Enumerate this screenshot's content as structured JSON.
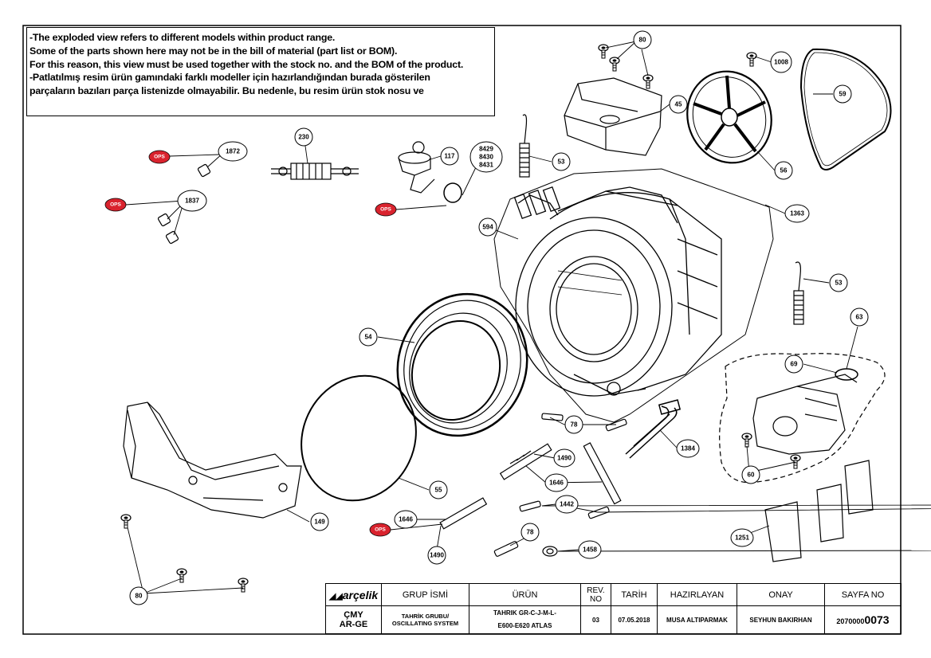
{
  "notes": [
    "-The exploded view refers to different models within product range.",
    " Some of the parts shown here may not be in the bill of material (part list or BOM).",
    " For this reason, this view must be used together with the stock no. and the BOM of the product.",
    "-Patlatılmış resim ürün gamındaki farklı modeller için hazırlandığından burada gösterilen",
    " parçaların bazıları parça listenizde olmayabilir. Bu nedenle, bu resim ürün stok nosu ve"
  ],
  "part_labels": {
    "p80a": "80",
    "p1008": "1008",
    "p59": "59",
    "p45": "45",
    "p56": "56",
    "p1872": "1872",
    "p230": "230",
    "p117": "117",
    "p8429": "8429",
    "p8430": "8430",
    "p8431": "8431",
    "p53a": "53",
    "p1837": "1837",
    "p1363": "1363",
    "p594": "594",
    "p53b": "53",
    "p63": "63",
    "p69": "69",
    "p54": "54",
    "p78a": "78",
    "p1384": "1384",
    "p60": "60",
    "p1490a": "1490",
    "p1646a": "1646",
    "p55": "55",
    "p1442": "1442",
    "p1646b": "1646",
    "p149": "149",
    "p78b": "78",
    "p1251": "1251",
    "p1458": "1458",
    "p1490b": "1490",
    "p80b": "80"
  },
  "ops_badges": {
    "b1": "OPS",
    "b2": "OPS",
    "b3": "OPS",
    "b4": "OPS"
  },
  "title_block": {
    "brand": "arçelik",
    "col_group": "GRUP İSMİ",
    "col_product": "ÜRÜN",
    "col_rev": "REV. NO",
    "col_date": "TARİH",
    "col_prepared": "HAZIRLAYAN",
    "col_approved": "ONAY",
    "col_page": "SAYFA NO",
    "cmy": "ÇMY",
    "arge": "AR-GE",
    "group_value_1": "TAHRİK GRUBU/",
    "group_value_2": "OSCILLATING SYSTEM",
    "product_value_1": "TAHRIK GR-C-J-M-L-",
    "product_value_2": "E600-E620 ATLAS",
    "rev_value": "03",
    "date_value": "07.05.2018",
    "prepared_value": "MUSA ALTIPARMAK",
    "approved_value": "SEYHUN BAKIRHAN",
    "page_prefix": "2070000",
    "page_suffix": "0073"
  },
  "colors": {
    "line": "#000000",
    "ops_badge": "#d9232e",
    "paper": "#ffffff"
  }
}
